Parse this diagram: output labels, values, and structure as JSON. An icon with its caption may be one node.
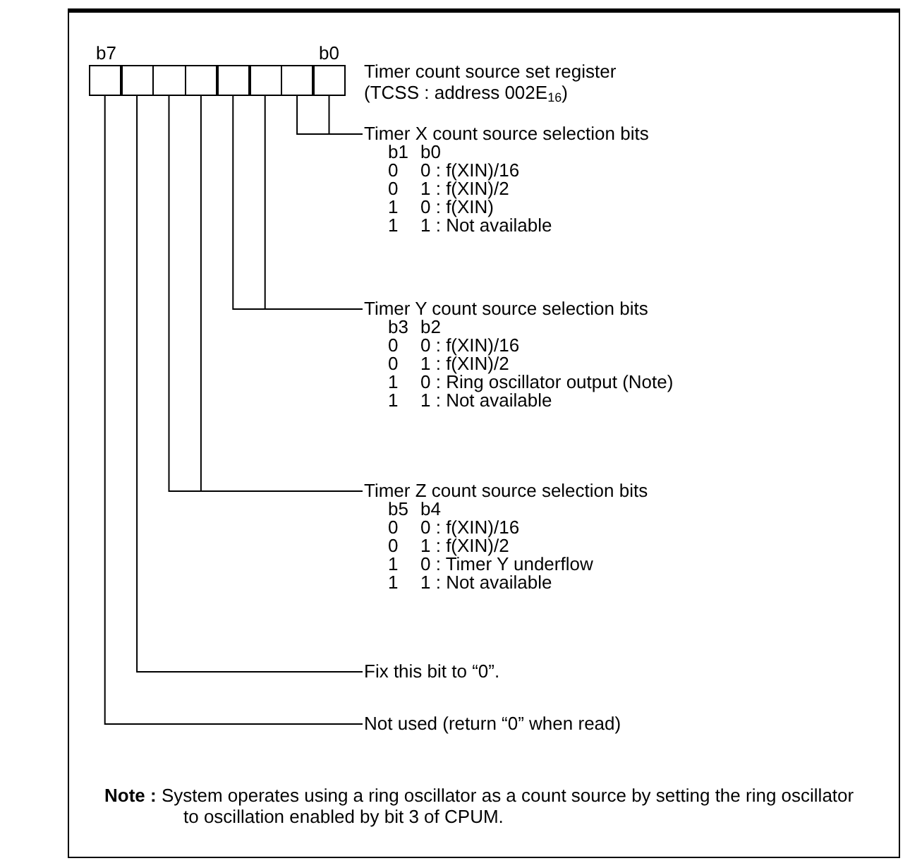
{
  "diagram": {
    "nodes": [
      {
        "text": [],
        "shape": "box"
      },
      {
        "text": [],
        "shape": "box"
      },
      {
        "text": [],
        "shape": "box"
      },
      {
        "text": [],
        "shape": "box"
      },
      {
        "text": [],
        "shape": "box"
      },
      {
        "text": [],
        "shape": "box"
      },
      {
        "text": [],
        "shape": "box"
      },
      {
        "text": [],
        "shape": "box"
      },
      {
        "text": [
          "Timer X count source selection bits",
          "b1 b0",
          "0 0 : f(XIN)/16",
          "0 1 : f(XIN)/2",
          "1 0 : f(XIN)",
          "1 1 : Not available"
        ]
      },
      {
        "text": [
          "Timer Y count source selection bits",
          "b3 b2",
          "0 0 : f(XIN)/16",
          "0 1 : f(XIN)/2",
          "1 0 : Ring oscillator output (Note)",
          "1 1 : Not available"
        ]
      },
      {
        "text": [
          "Timer Z count source selection bits",
          "b5 b4",
          "0 0 : f(XIN)/16",
          "0 1 : f(XIN)/2",
          "1 0 : Timer Y underflow",
          "1 1 : Not available"
        ]
      },
      {
        "text": [
          "Fix this bit to “0”."
        ]
      },
      {
        "text": [
          "Not used (return “0” when read)"
        ]
      }
    ],
    "edges": [
      {
        "from": 7,
        "to": 8,
        "arrow": "none"
      },
      {
        "from": 6,
        "to": 8,
        "arrow": "none"
      },
      {
        "from": 5,
        "to": 9,
        "arrow": "none"
      },
      {
        "from": 4,
        "to": 9,
        "arrow": "none"
      },
      {
        "from": 3,
        "to": 10,
        "arrow": "none"
      },
      {
        "from": 2,
        "to": 10,
        "arrow": "none"
      },
      {
        "from": 1,
        "to": 11,
        "arrow": "none"
      },
      {
        "from": 0,
        "to": 12,
        "arrow": "none"
      }
    ],
    "labels": [
      "b7",
      "b0",
      "Timer count source set register",
      "(TCSS : address 002E$_{16}$)",
      "**Note :** System operates using a ring oscillator as a count source by setting the ring oscillator to oscillation enabled by bit 3 of CPUM."
    ]
  }
}
